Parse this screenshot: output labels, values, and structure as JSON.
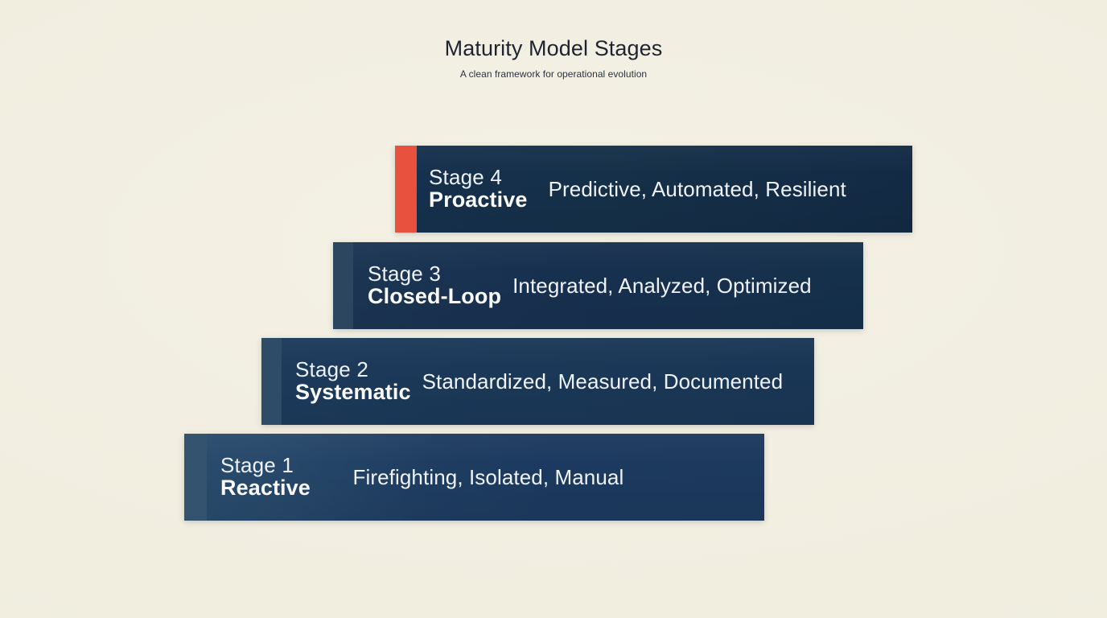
{
  "header": {
    "title": "Maturity Model Stages",
    "subtitle": "A clean framework for operational evolution"
  },
  "theme": {
    "background": "#f2efe1",
    "accent_highlight": "#e9513f",
    "text_dark": "#1d2330",
    "text_light": "#ffffff"
  },
  "chart_data": {
    "type": "bar",
    "title": "Maturity Model Stages",
    "subtitle": "A clean framework for operational evolution",
    "orientation": "horizontal-staircase",
    "categories": [
      "Stage 1",
      "Stage 2",
      "Stage 3",
      "Stage 4"
    ],
    "values": [
      1,
      2,
      3,
      4
    ],
    "xlabel": "",
    "ylabel": "",
    "legend": "none",
    "grid": false,
    "note": "Each stage is a horizontal bar stepping up-and-right; bar width shrinks as the stage number increases."
  },
  "stages": [
    {
      "number": "Stage 4",
      "name": "Proactive",
      "description": "Predictive, Automated, Resilient",
      "accent_color": "#e9513f",
      "bar_color": "#152b47",
      "level": 4
    },
    {
      "number": "Stage 3",
      "name": "Closed-Loop",
      "description": "Integrated, Analyzed, Optimized",
      "accent_color": "#2c4660",
      "bar_color": "#183050",
      "level": 3
    },
    {
      "number": "Stage 2",
      "name": "Systematic",
      "description": "Standardized, Measured, Documented",
      "accent_color": "#2e4c68",
      "bar_color": "#1b3858",
      "level": 2
    },
    {
      "number": "Stage 1",
      "name": "Reactive",
      "description": "Firefighting, Isolated, Manual",
      "accent_color": "#33536f",
      "bar_color": "#1c3a5f",
      "level": 1
    }
  ]
}
